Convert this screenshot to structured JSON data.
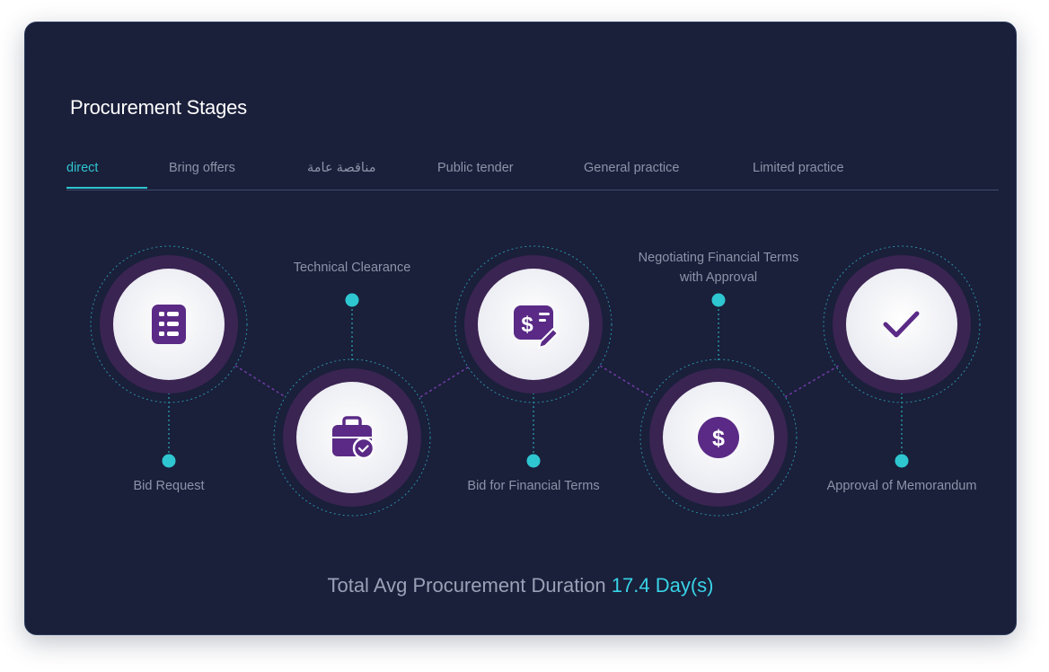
{
  "page": {
    "title": "Procurement Stages"
  },
  "tabs": [
    {
      "label": "direct",
      "active": true
    },
    {
      "label": "Bring offers",
      "active": false
    },
    {
      "label": "مناقصة عامة",
      "active": false
    },
    {
      "label": "Public tender",
      "active": false
    },
    {
      "label": "General practice",
      "active": false
    },
    {
      "label": "Limited practice",
      "active": false
    }
  ],
  "stages": [
    {
      "label": "Bid Request",
      "icon": "list-icon"
    },
    {
      "label": "Technical Clearance",
      "icon": "briefcase-check-icon"
    },
    {
      "label": "Bid for Financial Terms",
      "icon": "dollar-edit-icon"
    },
    {
      "label_line1": "Negotiating Financial Terms",
      "label_line2": "with Approval",
      "icon": "dollar-coin-icon"
    },
    {
      "label": "Approval of Memorandum",
      "icon": "checkmark-icon"
    }
  ],
  "footer": {
    "prefix": "Total Avg  Procurement Duration",
    "value": "17.4 Day(s)"
  },
  "colors": {
    "background": "#1a1f3a",
    "accent": "#2ec6d0",
    "purple": "#5a2a86",
    "ring": "#3a2452",
    "text_muted": "#8d93a8"
  }
}
